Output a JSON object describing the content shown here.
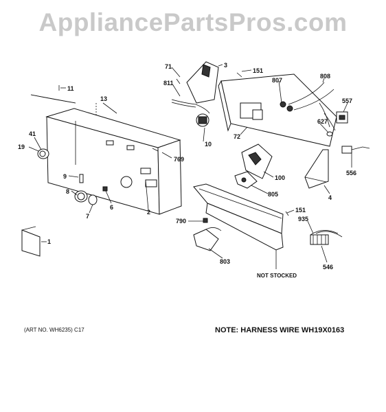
{
  "watermark": "AppliancePartsPros.com",
  "art_no": "(ART NO. WH6235) C17",
  "note": "NOTE: HARNESS WIRE WH19X0163",
  "callouts": {
    "c71": "71",
    "c3": "3",
    "c151a": "151",
    "c807": "807",
    "c808": "808",
    "c11": "11",
    "c811": "811",
    "c13": "13",
    "c557": "557",
    "c627": "627",
    "c72": "72",
    "c41": "41",
    "c10": "10",
    "c19": "19",
    "c769": "769",
    "c556": "556",
    "c100": "100",
    "c9": "9",
    "c805": "805",
    "c4": "4",
    "c8": "8",
    "c6": "6",
    "c2": "2",
    "c151b": "151",
    "c7": "7",
    "c790": "790",
    "c935": "935",
    "c1": "1",
    "c803": "803",
    "c546": "546",
    "not_stocked": "NOT STOCKED"
  }
}
